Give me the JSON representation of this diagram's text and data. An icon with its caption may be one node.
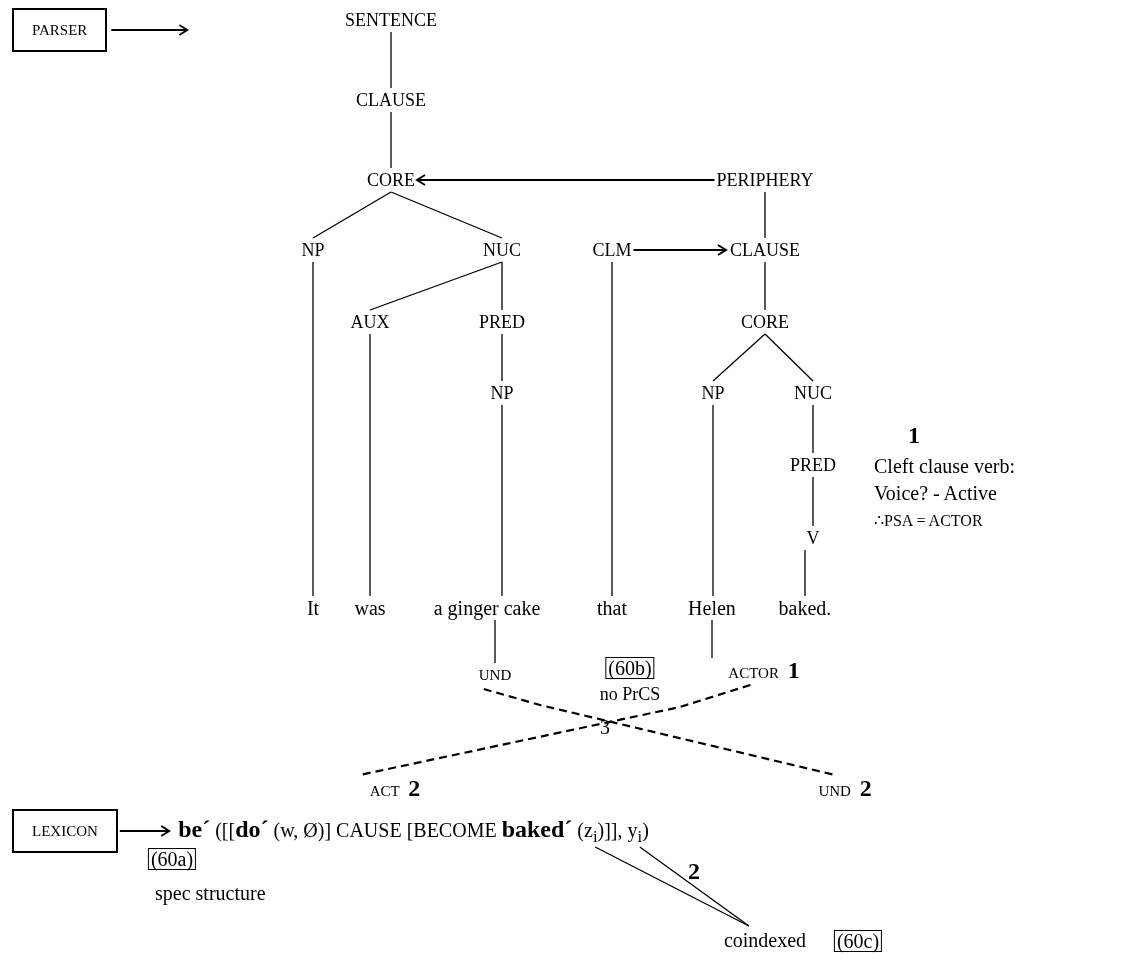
{
  "diagram": {
    "nodes": [
      {
        "text": [
          "PARSER"
        ]
      },
      {
        "text": [
          "SENTENCE"
        ]
      },
      {
        "text": [
          "CLAUSE"
        ]
      },
      {
        "text": [
          "CORE"
        ]
      },
      {
        "text": [
          "PERIPHERY"
        ]
      },
      {
        "text": [
          "NP"
        ]
      },
      {
        "text": [
          "NUC"
        ]
      },
      {
        "text": [
          "CLM"
        ]
      },
      {
        "text": [
          "CLAUSE"
        ]
      },
      {
        "text": [
          "AUX"
        ]
      },
      {
        "text": [
          "PRED"
        ]
      },
      {
        "text": [
          "CORE"
        ]
      },
      {
        "text": [
          "NP"
        ]
      },
      {
        "text": [
          "NP"
        ]
      },
      {
        "text": [
          "NUC"
        ]
      },
      {
        "text": [
          "PRED"
        ]
      },
      {
        "text": [
          "V"
        ]
      },
      {
        "text": [
          "It"
        ]
      },
      {
        "text": [
          "was"
        ]
      },
      {
        "text": [
          "a ginger cake"
        ]
      },
      {
        "text": [
          "that"
        ]
      },
      {
        "text": [
          "Helen"
        ]
      },
      {
        "text": [
          "baked."
        ]
      },
      {
        "text": [
          "UND"
        ]
      },
      {
        "text": [
          "(60b)"
        ],
        "beside": [
          "no PrCS"
        ]
      },
      {
        "text": [
          "ACTOR **1**"
        ]
      },
      {
        "text": [
          "ACT **2**"
        ]
      },
      {
        "text": [
          "UND **2**"
        ]
      },
      {
        "text": [
          "LEXICON"
        ]
      },
      {
        "text": [
          "**be´** ([[**do´** (w, Ø)] CAUSE [BECOME **baked´** (z$_{i}$)]], y$_{i}$)"
        ]
      },
      {
        "text": [
          "(60a)"
        ]
      },
      {
        "text": [
          "coindexed"
        ]
      },
      {
        "text": [
          "(60c)"
        ]
      }
    ],
    "edges": [
      {
        "from": 0,
        "to": null,
        "arrow": "to"
      },
      {
        "from": 1,
        "to": 2,
        "arrow": "none"
      },
      {
        "from": 2,
        "to": 3,
        "arrow": "none"
      },
      {
        "from": 4,
        "to": 3,
        "arrow": "to"
      },
      {
        "from": 3,
        "to": 5,
        "arrow": "none"
      },
      {
        "from": 3,
        "to": 6,
        "arrow": "none"
      },
      {
        "from": 7,
        "to": 8,
        "arrow": "to"
      },
      {
        "from": 4,
        "to": 8,
        "arrow": "none"
      },
      {
        "from": 6,
        "to": 9,
        "arrow": "none"
      },
      {
        "from": 6,
        "to": 10,
        "arrow": "none"
      },
      {
        "from": 10,
        "to": 12,
        "arrow": "none"
      },
      {
        "from": 8,
        "to": 11,
        "arrow": "none"
      },
      {
        "from": 11,
        "to": 13,
        "arrow": "none"
      },
      {
        "from": 11,
        "to": 14,
        "arrow": "none"
      },
      {
        "from": 14,
        "to": 15,
        "arrow": "none"
      },
      {
        "from": 15,
        "to": 16,
        "arrow": "none"
      },
      {
        "from": 5,
        "to": 17,
        "arrow": "none"
      },
      {
        "from": 9,
        "to": 18,
        "arrow": "none"
      },
      {
        "from": 12,
        "to": 19,
        "arrow": "none"
      },
      {
        "from": 7,
        "to": 20,
        "arrow": "none"
      },
      {
        "from": 13,
        "to": 21,
        "arrow": "none"
      },
      {
        "from": 16,
        "to": 22,
        "arrow": "none"
      },
      {
        "from": 19,
        "to": 23,
        "arrow": "none"
      },
      {
        "from": 21,
        "to": 25,
        "arrow": "none"
      },
      {
        "from": 23,
        "to": 27,
        "arrow": "none",
        "style": "dashed"
      },
      {
        "from": 25,
        "to": 26,
        "arrow": "none",
        "style": "dashed"
      },
      {
        "from": 28,
        "to": 29,
        "arrow": "to"
      },
      {
        "from": 29,
        "to": 31,
        "arrow": "none"
      },
      {
        "from": 29,
        "to": 31,
        "arrow": "none"
      }
    ],
    "labels": [
      "3",
      "1",
      "Cleft clause verb:",
      "Voice? - Active",
      "∴PSA = ACTOR",
      "2",
      "spec structure"
    ]
  }
}
